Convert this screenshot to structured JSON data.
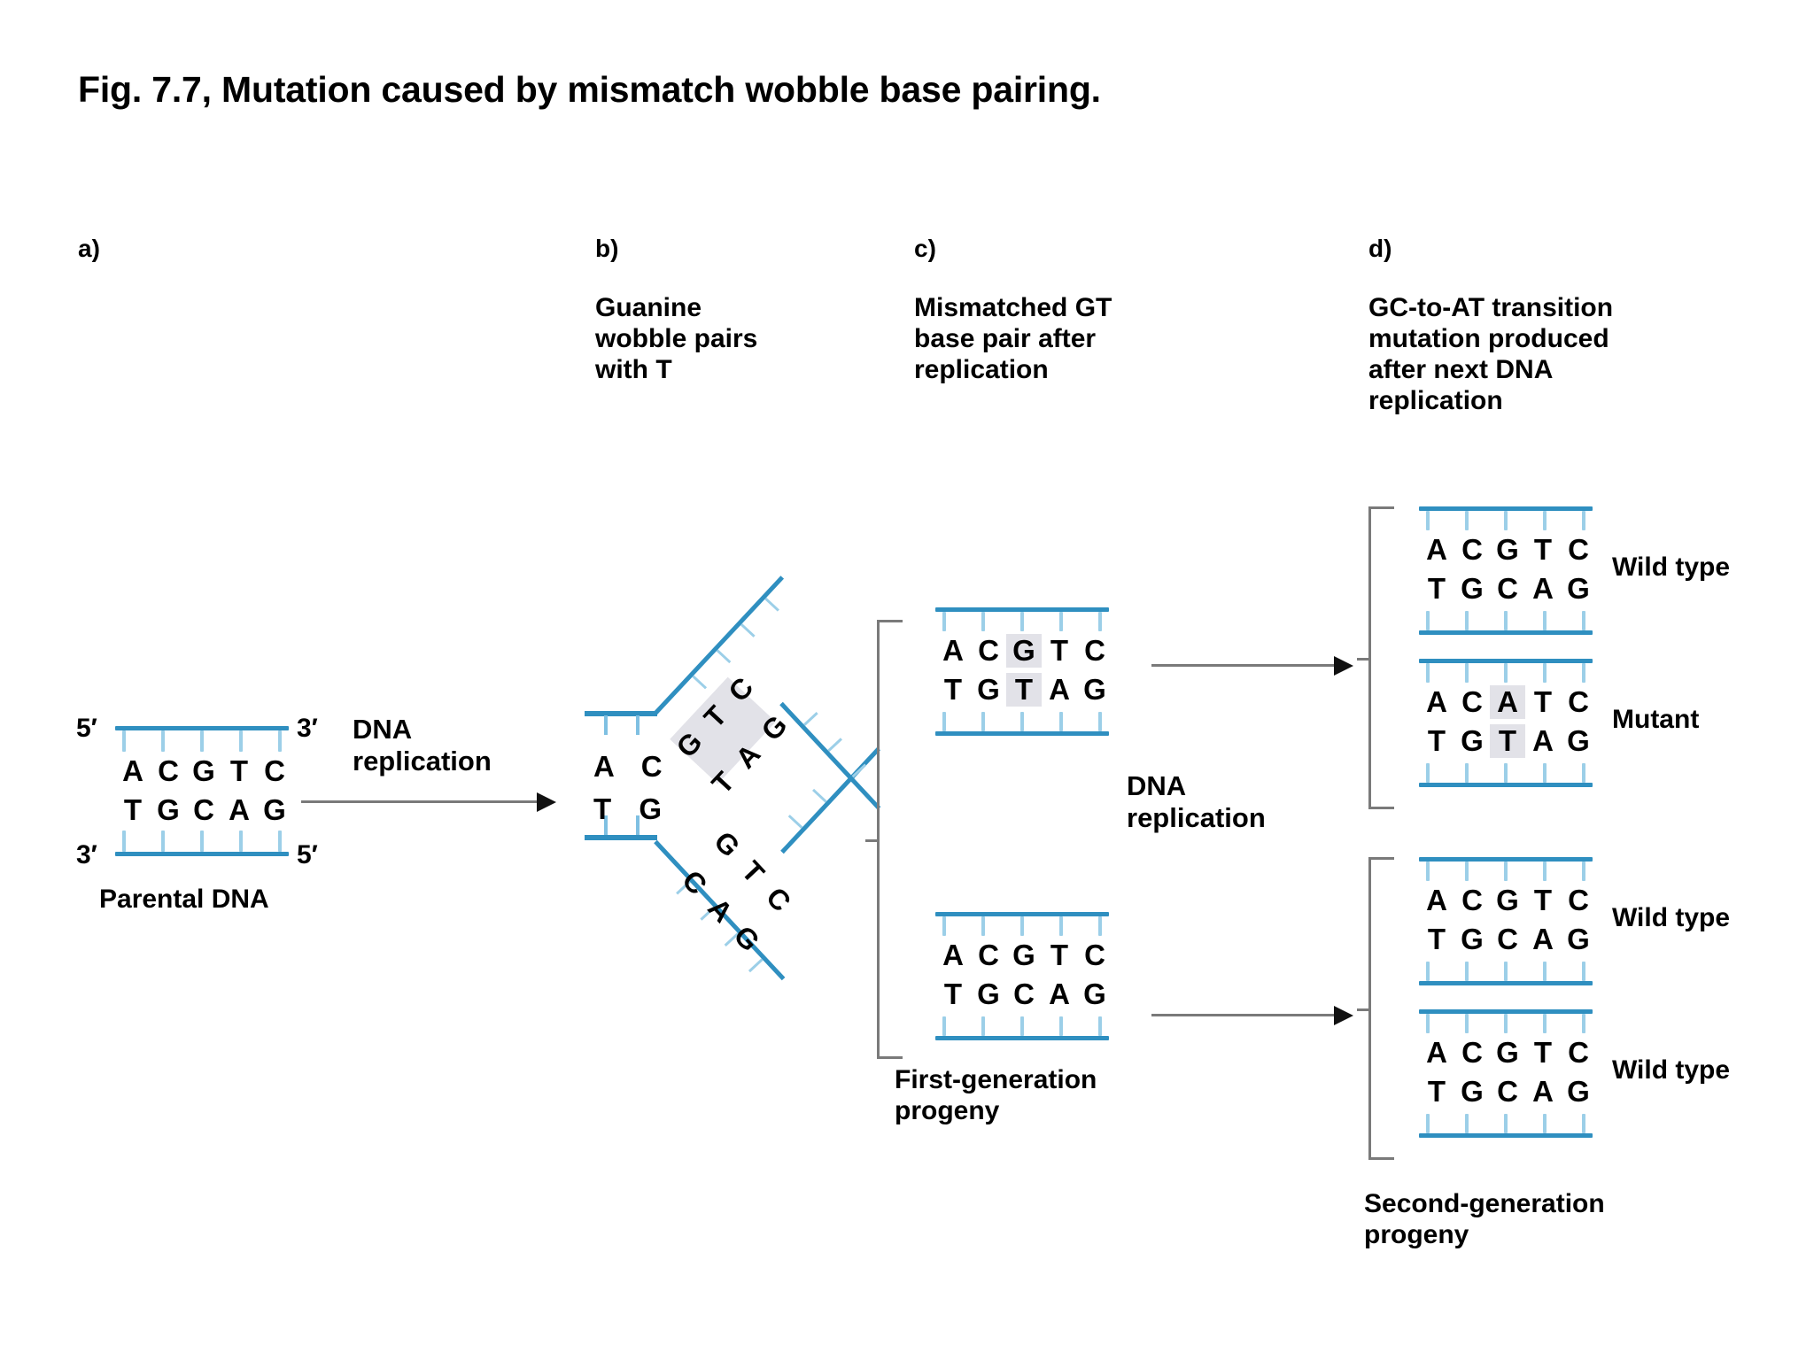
{
  "figure": {
    "title": "Fig. 7.7, Mutation caused by mismatch wobble base pairing."
  },
  "panels": {
    "a": {
      "letter": "a)",
      "caption": ""
    },
    "b": {
      "letter": "b)",
      "caption": "Guanine\nwobble pairs\nwith T"
    },
    "c": {
      "letter": "c)",
      "caption": "Mismatched GT\nbase pair after\nreplication"
    },
    "d": {
      "letter": "d)",
      "caption": "GC-to-AT transition\nmutation produced\nafter next DNA\nreplication"
    }
  },
  "parental": {
    "five_prime_left": "5′",
    "three_prime_right": "3′",
    "three_prime_left": "3′",
    "five_prime_right": "5′",
    "top_strand": [
      "A",
      "C",
      "G",
      "T",
      "C"
    ],
    "bottom_strand": [
      "T",
      "G",
      "C",
      "A",
      "G"
    ],
    "label": "Parental DNA"
  },
  "steps": {
    "replication_1": "DNA\nreplication",
    "replication_2": "DNA\nreplication"
  },
  "fork": {
    "stem_top": [
      "A",
      "C"
    ],
    "stem_bottom": [
      "T",
      "G"
    ],
    "upper_branch": {
      "outer": "G T C",
      "inner": "T A G",
      "highlighted": [
        "G",
        "T"
      ]
    },
    "lower_branch": {
      "inner": "G T C",
      "outer": "C A G",
      "highlighted": []
    }
  },
  "first_generation": {
    "label": "First-generation\nprogeny",
    "duplexes": [
      {
        "name": "mismatched",
        "top": [
          "A",
          "C",
          "G",
          "T",
          "C"
        ],
        "bottom": [
          "T",
          "G",
          "T",
          "A",
          "G"
        ],
        "highlight_index": 2,
        "side_label": ""
      },
      {
        "name": "normal",
        "top": [
          "A",
          "C",
          "G",
          "T",
          "C"
        ],
        "bottom": [
          "T",
          "G",
          "C",
          "A",
          "G"
        ],
        "highlight_index": -1,
        "side_label": ""
      }
    ]
  },
  "second_generation": {
    "label": "Second-generation\nprogeny",
    "duplexes": [
      {
        "name": "wild-type-1",
        "top": [
          "A",
          "C",
          "G",
          "T",
          "C"
        ],
        "bottom": [
          "T",
          "G",
          "C",
          "A",
          "G"
        ],
        "highlight_index": -1,
        "side_label": "Wild type"
      },
      {
        "name": "mutant",
        "top": [
          "A",
          "C",
          "A",
          "T",
          "C"
        ],
        "bottom": [
          "T",
          "G",
          "T",
          "A",
          "G"
        ],
        "highlight_index": 2,
        "side_label": "Mutant"
      },
      {
        "name": "wild-type-2",
        "top": [
          "A",
          "C",
          "G",
          "T",
          "C"
        ],
        "bottom": [
          "T",
          "G",
          "C",
          "A",
          "G"
        ],
        "highlight_index": -1,
        "side_label": "Wild type"
      },
      {
        "name": "wild-type-3",
        "top": [
          "A",
          "C",
          "G",
          "T",
          "C"
        ],
        "bottom": [
          "T",
          "G",
          "C",
          "A",
          "G"
        ],
        "highlight_index": -1,
        "side_label": "Wild type"
      }
    ]
  },
  "colors": {
    "backbone_blue": "#2f8fc0",
    "rung_blue": "#9ccfe8",
    "highlight_gray": "#e2e2e8",
    "arrow_gray": "#7a7a7a",
    "text_black": "#000000"
  }
}
